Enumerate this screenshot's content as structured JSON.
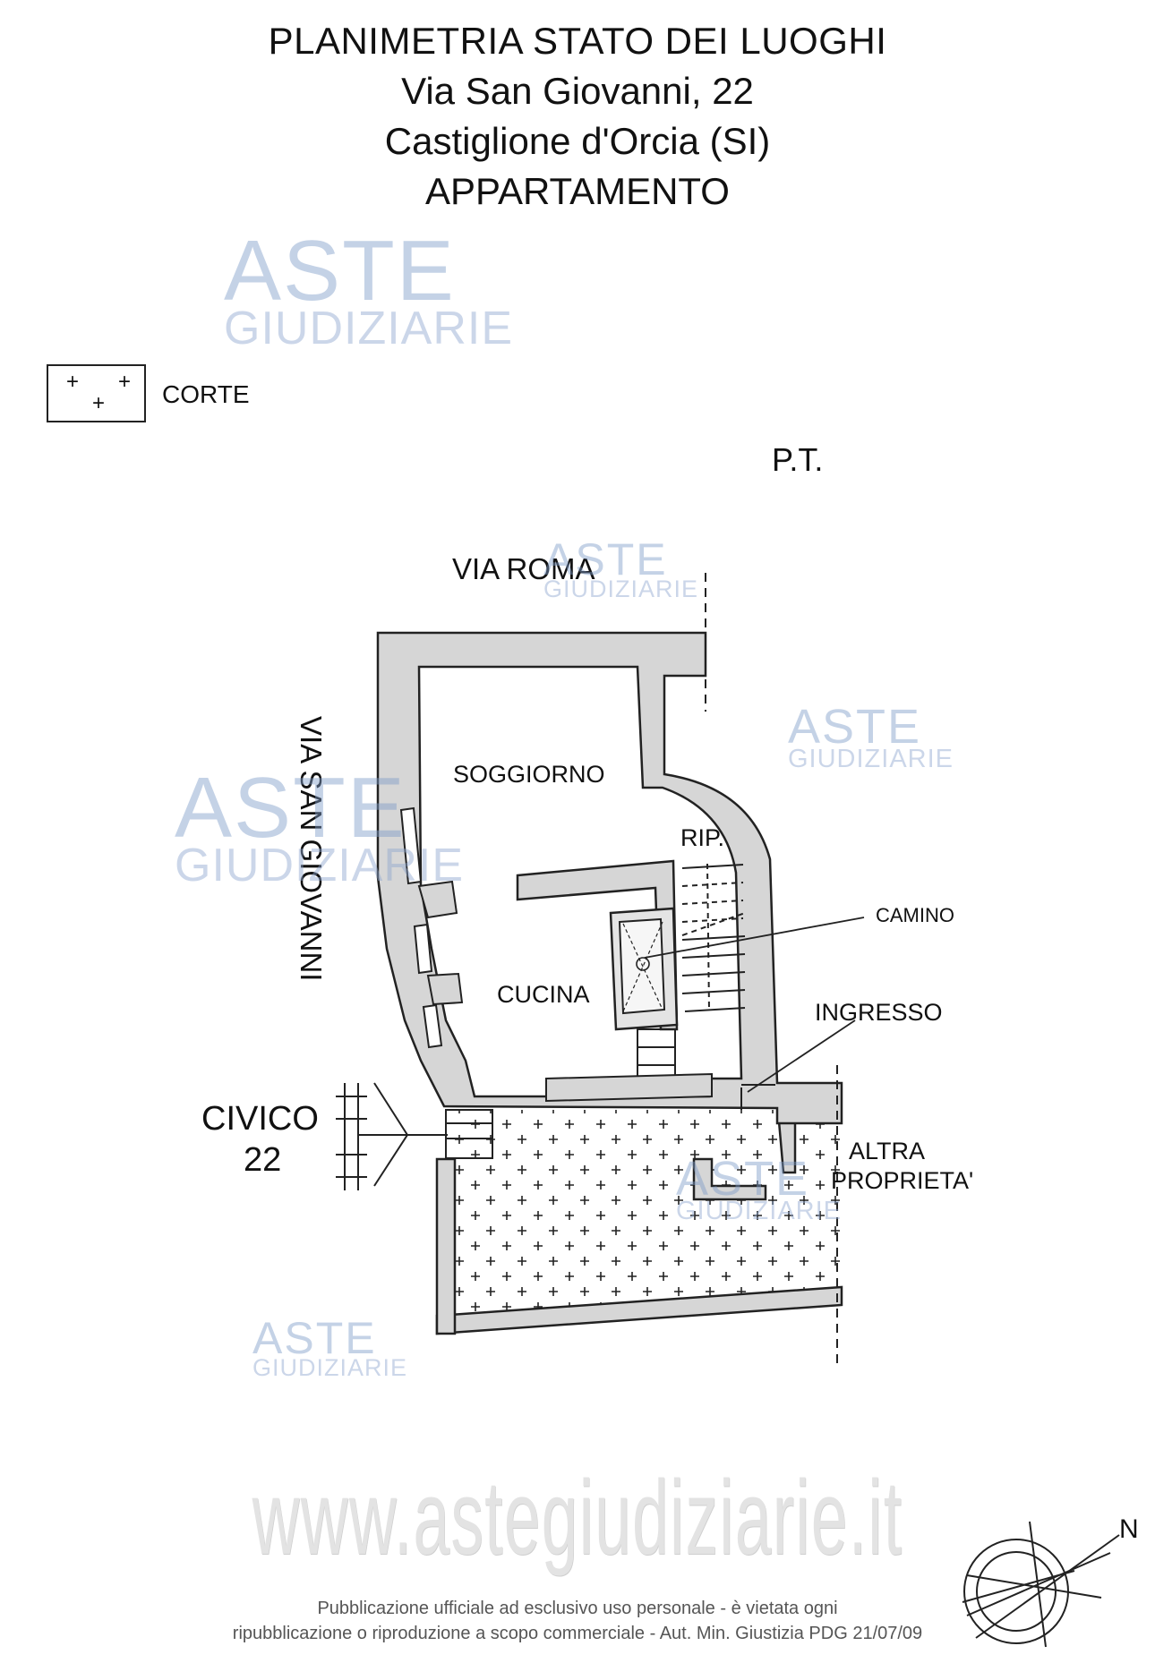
{
  "title": {
    "lines": [
      "PLANIMETRIA STATO DEI LUOGHI",
      "Via San Giovanni, 22",
      "Castiglione d'Orcia (SI)",
      "APPARTAMENTO"
    ]
  },
  "legend": {
    "label": "CORTE"
  },
  "floor": {
    "label": "P.T."
  },
  "plan": {
    "street_north": "VIA ROMA",
    "street_west": "VIA SAN GIOVANNI",
    "rooms": {
      "living": "SOGGIORNO",
      "storage": "RIP.",
      "kitchen": "CUCINA",
      "fireplace": "CAMINO",
      "entrance": "INGRESSO"
    },
    "civic": {
      "line1": "CIVICO",
      "line2": "22"
    },
    "other_property": {
      "line1": "ALTRA",
      "line2": "PROPRIETA'"
    },
    "north_label": "N"
  },
  "watermark": {
    "aste": "ASTE",
    "giudiziarie": "GIUDIZIARIE",
    "url": "www.astegiudiziarie.it"
  },
  "footer": {
    "line1": "Pubblicazione ufficiale ad esclusivo uso personale - è vietata ogni",
    "line2": "ripubblicazione o riproduzione a scopo commerciale - Aut. Min. Giustizia PDG 21/07/09"
  },
  "colors": {
    "wall_fill": "#d6d6d6",
    "line": "#222222",
    "watermark": "#7e9cc8"
  }
}
